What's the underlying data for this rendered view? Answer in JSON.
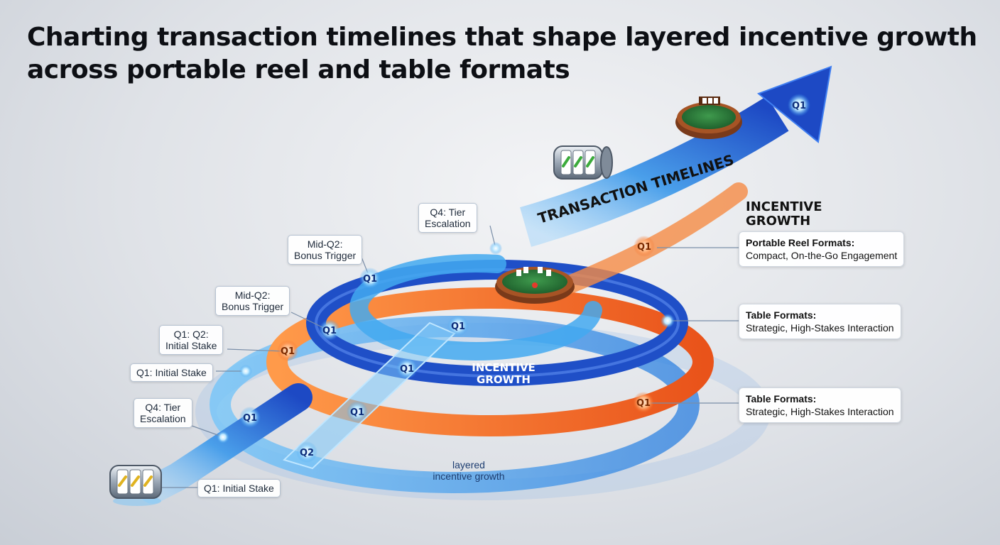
{
  "title": {
    "line1": "Charting transaction timelines that shape layered incentive growth",
    "line2": "across portable reel and table formats"
  },
  "arrow_label": "TRANSACTION TIMELINES",
  "incentive_heading": {
    "line1": "INCENTIVE",
    "line2": "GROWTH"
  },
  "center_label": {
    "line1": "INCENTIVE",
    "line2": "GROWTH"
  },
  "bottom_label": {
    "line1": "layered",
    "line2": "incentive growth"
  },
  "callouts": {
    "q4_tier_top": {
      "line1": "Q4: Tier",
      "line2": "Escalation"
    },
    "mid_q2_upper": {
      "line1": "Mid-Q2:",
      "line2": "Bonus Trigger"
    },
    "mid_q2_lower": {
      "line1": "Mid-Q2:",
      "line2": "Bonus Trigger"
    },
    "q1_q2_stake": {
      "line1": "Q1: Q2:",
      "line2": "Initial Stake"
    },
    "q1_stake_mid": "Q1: Initial Stake",
    "q4_tier_lower": {
      "line1": "Q4: Tier",
      "line2": "Escalation"
    },
    "q1_stake_bottom": "Q1: Initial Stake"
  },
  "info_boxes": {
    "portable": {
      "title": "Portable Reel Formats:",
      "desc": "Compact, On-the-Go Engagement"
    },
    "table_1": {
      "title": "Table Formats:",
      "desc": "Strategic, High-Stakes Interaction"
    },
    "table_2": {
      "title": "Table Formats:",
      "desc": "Strategic, High-Stakes Interaction"
    }
  },
  "node_labels": {
    "arrow_tip": "Q1",
    "orange_upper": "Q1",
    "blue_upper_left": "Q1",
    "blue_mid_left": "Q1",
    "blue_center": "Q1",
    "orange_left": "Q1",
    "blue_lower_center": "Q1",
    "blue_lower_left": "Q1",
    "strip_lower": "Q1",
    "orange_right": "Q1",
    "strip_bottom": "Q2"
  },
  "colors": {
    "blue_dark": "#1f4fc7",
    "blue_light": "#43a9f0",
    "orange": "#f36b22",
    "title": "#0d0f14"
  },
  "icons": [
    "slot-reel-icon",
    "card-table-icon"
  ]
}
